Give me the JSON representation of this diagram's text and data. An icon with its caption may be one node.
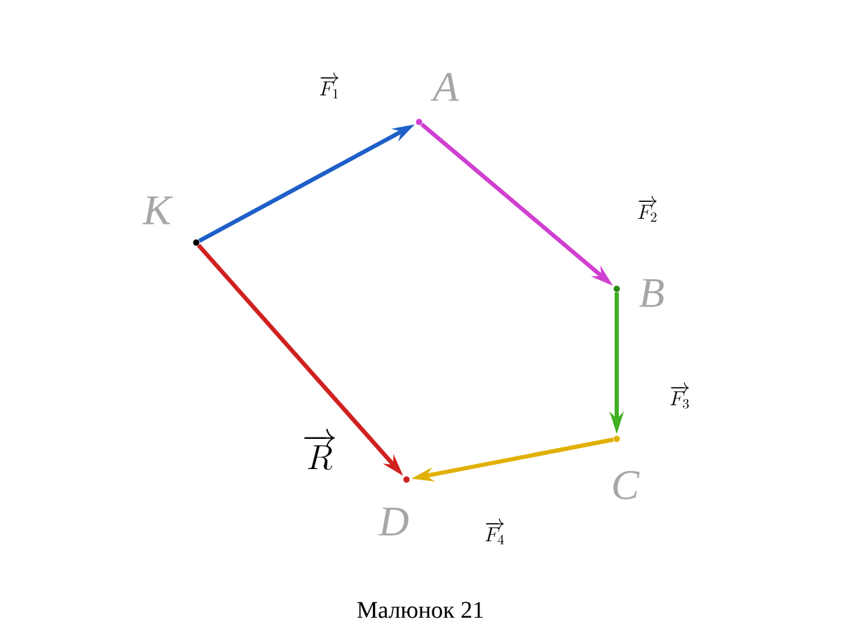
{
  "diagram": {
    "caption": "Малюнок 21",
    "nodes": [
      {
        "text": [],
        "shape": "circle",
        "beside": [
          "K"
        ]
      },
      {
        "text": [],
        "shape": "circle",
        "beside": [
          "A"
        ]
      },
      {
        "text": [],
        "shape": "circle",
        "beside": [
          "B"
        ]
      },
      {
        "text": [],
        "shape": "circle",
        "beside": [
          "C"
        ]
      },
      {
        "text": [],
        "shape": "circle",
        "beside": [
          "D"
        ]
      }
    ],
    "edges": [
      {
        "from": 0,
        "to": 1,
        "arrow": "to",
        "label": "\\overrightarrow{F_1}",
        "color": "#1e5fc8"
      },
      {
        "from": 1,
        "to": 2,
        "arrow": "to",
        "label": "\\overrightarrow{F_2}",
        "color": "#d040d0"
      },
      {
        "from": 2,
        "to": 3,
        "arrow": "to",
        "label": "\\overrightarrow{F_3}",
        "color": "#40b020"
      },
      {
        "from": 3,
        "to": 4,
        "arrow": "to",
        "label": "\\overrightarrow{F_4}",
        "color": "#e0b000"
      },
      {
        "from": 0,
        "to": 4,
        "arrow": "to",
        "label": "\\overrightarrow{R}",
        "color": "#d02020"
      }
    ]
  }
}
